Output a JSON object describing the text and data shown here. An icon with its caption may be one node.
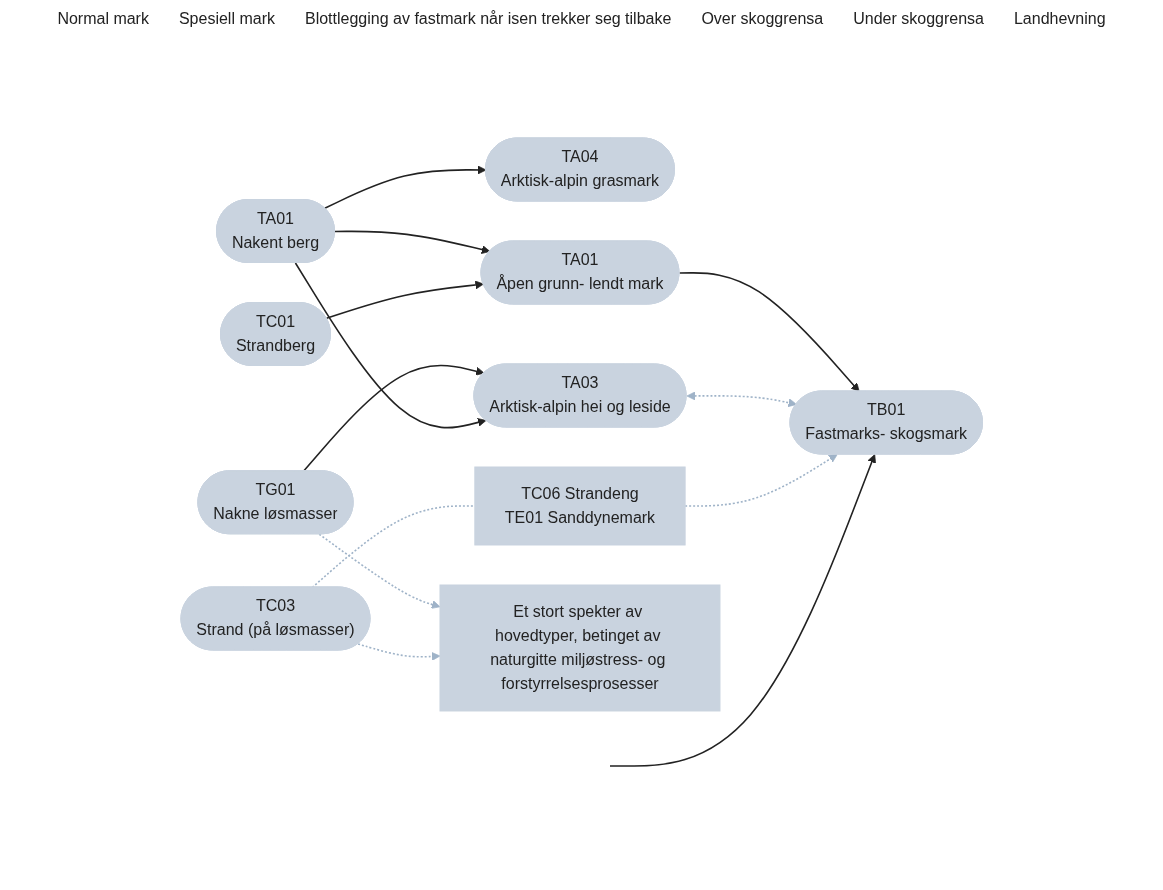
{
  "diagram": {
    "nodes": [
      {
        "text": [
          "TG01",
          "Nakne løsmasser"
        ]
      },
      {
        "text": [
          "TA04",
          "Arktisk-alpin grasmark"
        ]
      },
      {
        "text": [
          "TA01",
          "Nakent berg"
        ]
      },
      {
        "text": [
          "TA03",
          "Arktisk-alpin hei og leside"
        ]
      },
      {
        "text": [
          "TC01",
          "Strandberg"
        ]
      },
      {
        "text": [
          "TA01",
          "Åpen grunn- lendt mark"
        ]
      },
      {
        "text": [
          "TB01",
          "Fastmarks- skogsmark"
        ]
      },
      {
        "text": [
          "TC03",
          "Strand (på løsmasser)"
        ]
      },
      {
        "text": [
          "TC06 Strandeng",
          "TE01 Sanddynemark"
        ]
      },
      {
        "text": [
          "Et stort spekter av hovedtyper, betinget av naturgitte miljøstress- og forstyrrelsesprosesser"
        ]
      }
    ],
    "edges": [
      {
        "from": 0,
        "to": 9,
        "arrow": "to",
        "style": "dashed",
        "color": "#9fb3c8"
      },
      {
        "from": 0,
        "to": 3,
        "arrow": "to"
      },
      {
        "from": 2,
        "to": 1,
        "arrow": "to"
      },
      {
        "from": 2,
        "to": 3,
        "arrow": "to"
      },
      {
        "from": 2,
        "to": 5,
        "arrow": "to"
      },
      {
        "from": 4,
        "to": 5,
        "arrow": "to"
      },
      {
        "from": 5,
        "to": 6,
        "arrow": "to"
      },
      {
        "from": 3,
        "to": 6,
        "arrow": "both",
        "style": "dashed",
        "color": "#9fb3c8"
      },
      {
        "from": 7,
        "to": 8,
        "arrow": "none",
        "style": "dashed",
        "color": "#9fb3c8"
      },
      {
        "from": 8,
        "to": 6,
        "arrow": "to",
        "style": "dashed",
        "color": "#9fb3c8"
      },
      {
        "from": null,
        "to": 6,
        "arrow": "to"
      },
      {
        "from": 7,
        "to": 9,
        "arrow": "to",
        "style": "dashed",
        "color": "#9fb3c8"
      }
    ],
    "labels": [
      "Normal mark",
      "Spesiell mark",
      "Blottlegging av fastmark når isen trekker seg tilbake",
      "Over skoggrensa",
      "Under skoggrensa",
      "Landhevning"
    ]
  }
}
